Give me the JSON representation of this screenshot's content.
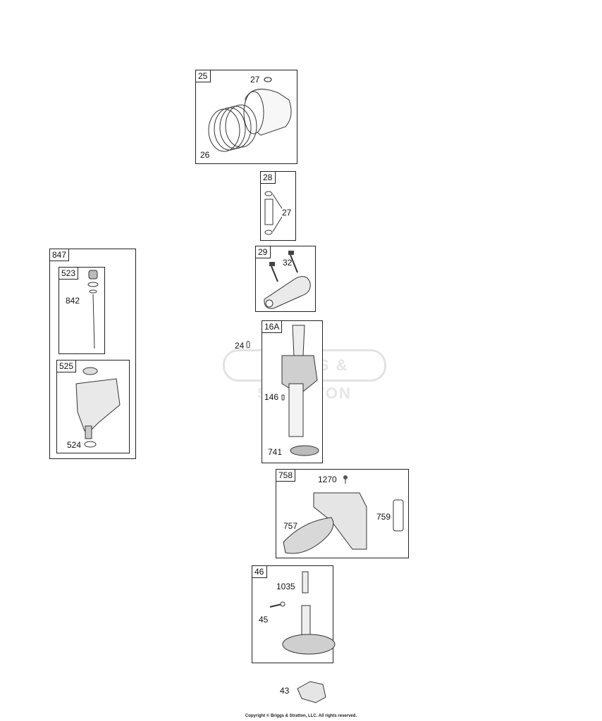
{
  "watermark": "BRIGGS & STRATTON",
  "copyright": "Copyright © Briggs & Stratton, LLC. All rights reserved.",
  "groups": {
    "g25": {
      "tag": "25",
      "parts": {
        "p27": "27",
        "p26": "26"
      }
    },
    "g28": {
      "tag": "28",
      "parts": {
        "p27": "27"
      }
    },
    "g29": {
      "tag": "29",
      "parts": {
        "p32": "32"
      }
    },
    "g16a": {
      "tag": "16A",
      "parts": {
        "p146": "146",
        "p741": "741"
      }
    },
    "g758": {
      "tag": "758",
      "parts": {
        "p1270": "1270",
        "p757": "757",
        "p759": "759"
      }
    },
    "g46": {
      "tag": "46",
      "parts": {
        "p1035": "1035",
        "p45": "45"
      }
    },
    "g847": {
      "tag": "847"
    },
    "g523": {
      "tag": "523",
      "parts": {
        "p842": "842"
      }
    },
    "g525": {
      "tag": "525",
      "parts": {
        "p524": "524"
      }
    }
  },
  "loose_parts": {
    "p24": "24",
    "p43": "43"
  }
}
